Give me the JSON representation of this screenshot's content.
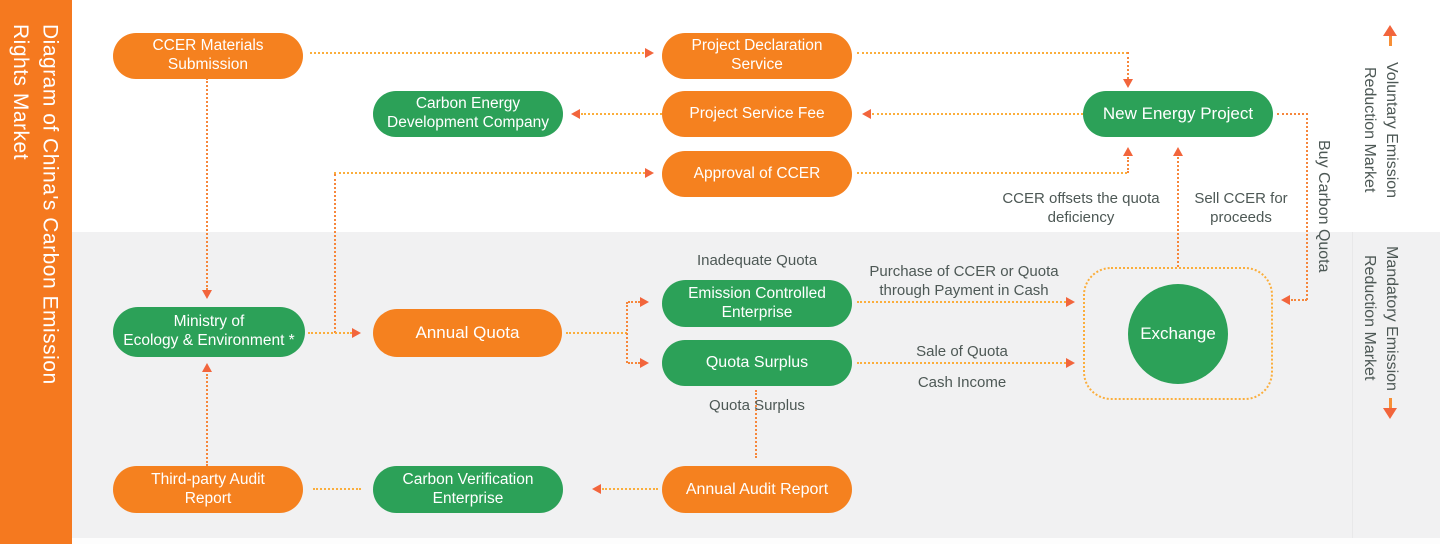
{
  "title": {
    "line1": "Diagram of China's Carbon Emission",
    "line2": "Rights Market"
  },
  "side_labels": {
    "voluntary": "Voluntary Emission\nReduction Market",
    "mandatory": "Mandatory Emission\nReduction Market"
  },
  "nodes": {
    "ccer_materials_submission": {
      "label": "CCER Materials\nSubmission",
      "color": "orange"
    },
    "project_declaration_service": {
      "label": "Project Declaration\nService",
      "color": "orange"
    },
    "carbon_energy_development_company": {
      "label": "Carbon Energy\nDevelopment Company",
      "color": "green"
    },
    "project_service_fee": {
      "label": "Project Service Fee",
      "color": "orange"
    },
    "approval_of_ccer": {
      "label": "Approval of CCER",
      "color": "orange"
    },
    "new_energy_project": {
      "label": "New Energy Project",
      "color": "green"
    },
    "ministry_of_ecology": {
      "label": "Ministry of\nEcology & Environment *",
      "color": "green"
    },
    "annual_quota": {
      "label": "Annual Quota",
      "color": "orange"
    },
    "emission_controlled_enterprise": {
      "label": "Emission Controlled\nEnterprise",
      "color": "green"
    },
    "quota_surplus": {
      "label": "Quota Surplus",
      "color": "green"
    },
    "exchange": {
      "label": "Exchange",
      "color": "green"
    },
    "third_party_audit_report": {
      "label": "Third-party Audit\nReport",
      "color": "orange"
    },
    "carbon_verification_enterprise": {
      "label": "Carbon Verification\nEnterprise",
      "color": "green"
    },
    "annual_audit_report": {
      "label": "Annual Audit Report",
      "color": "orange"
    }
  },
  "flow_labels": {
    "inadequate_quota": "Inadequate Quota",
    "quota_surplus": "Quota Surplus",
    "purchase_of_ccer": "Purchase of CCER or Quota\nthrough Payment in Cash",
    "sale_of_quota": "Sale of Quota",
    "cash_income": "Cash Income",
    "ccer_offsets": "CCER offsets the quota\ndeficiency",
    "sell_ccer": "Sell CCER for\nproceeds",
    "buy_carbon_quota": "Buy Carbon Quota"
  },
  "colors": {
    "bar_orange": "#f5791f",
    "pill_orange": "#f5811f",
    "pill_green": "#2ca158",
    "dot_yellow": "#fbae3c",
    "dot_orange": "#f6873c",
    "arrowhead": "#f2653c",
    "section_gray": "#f1f1f2",
    "label_text": "#4d5855"
  }
}
